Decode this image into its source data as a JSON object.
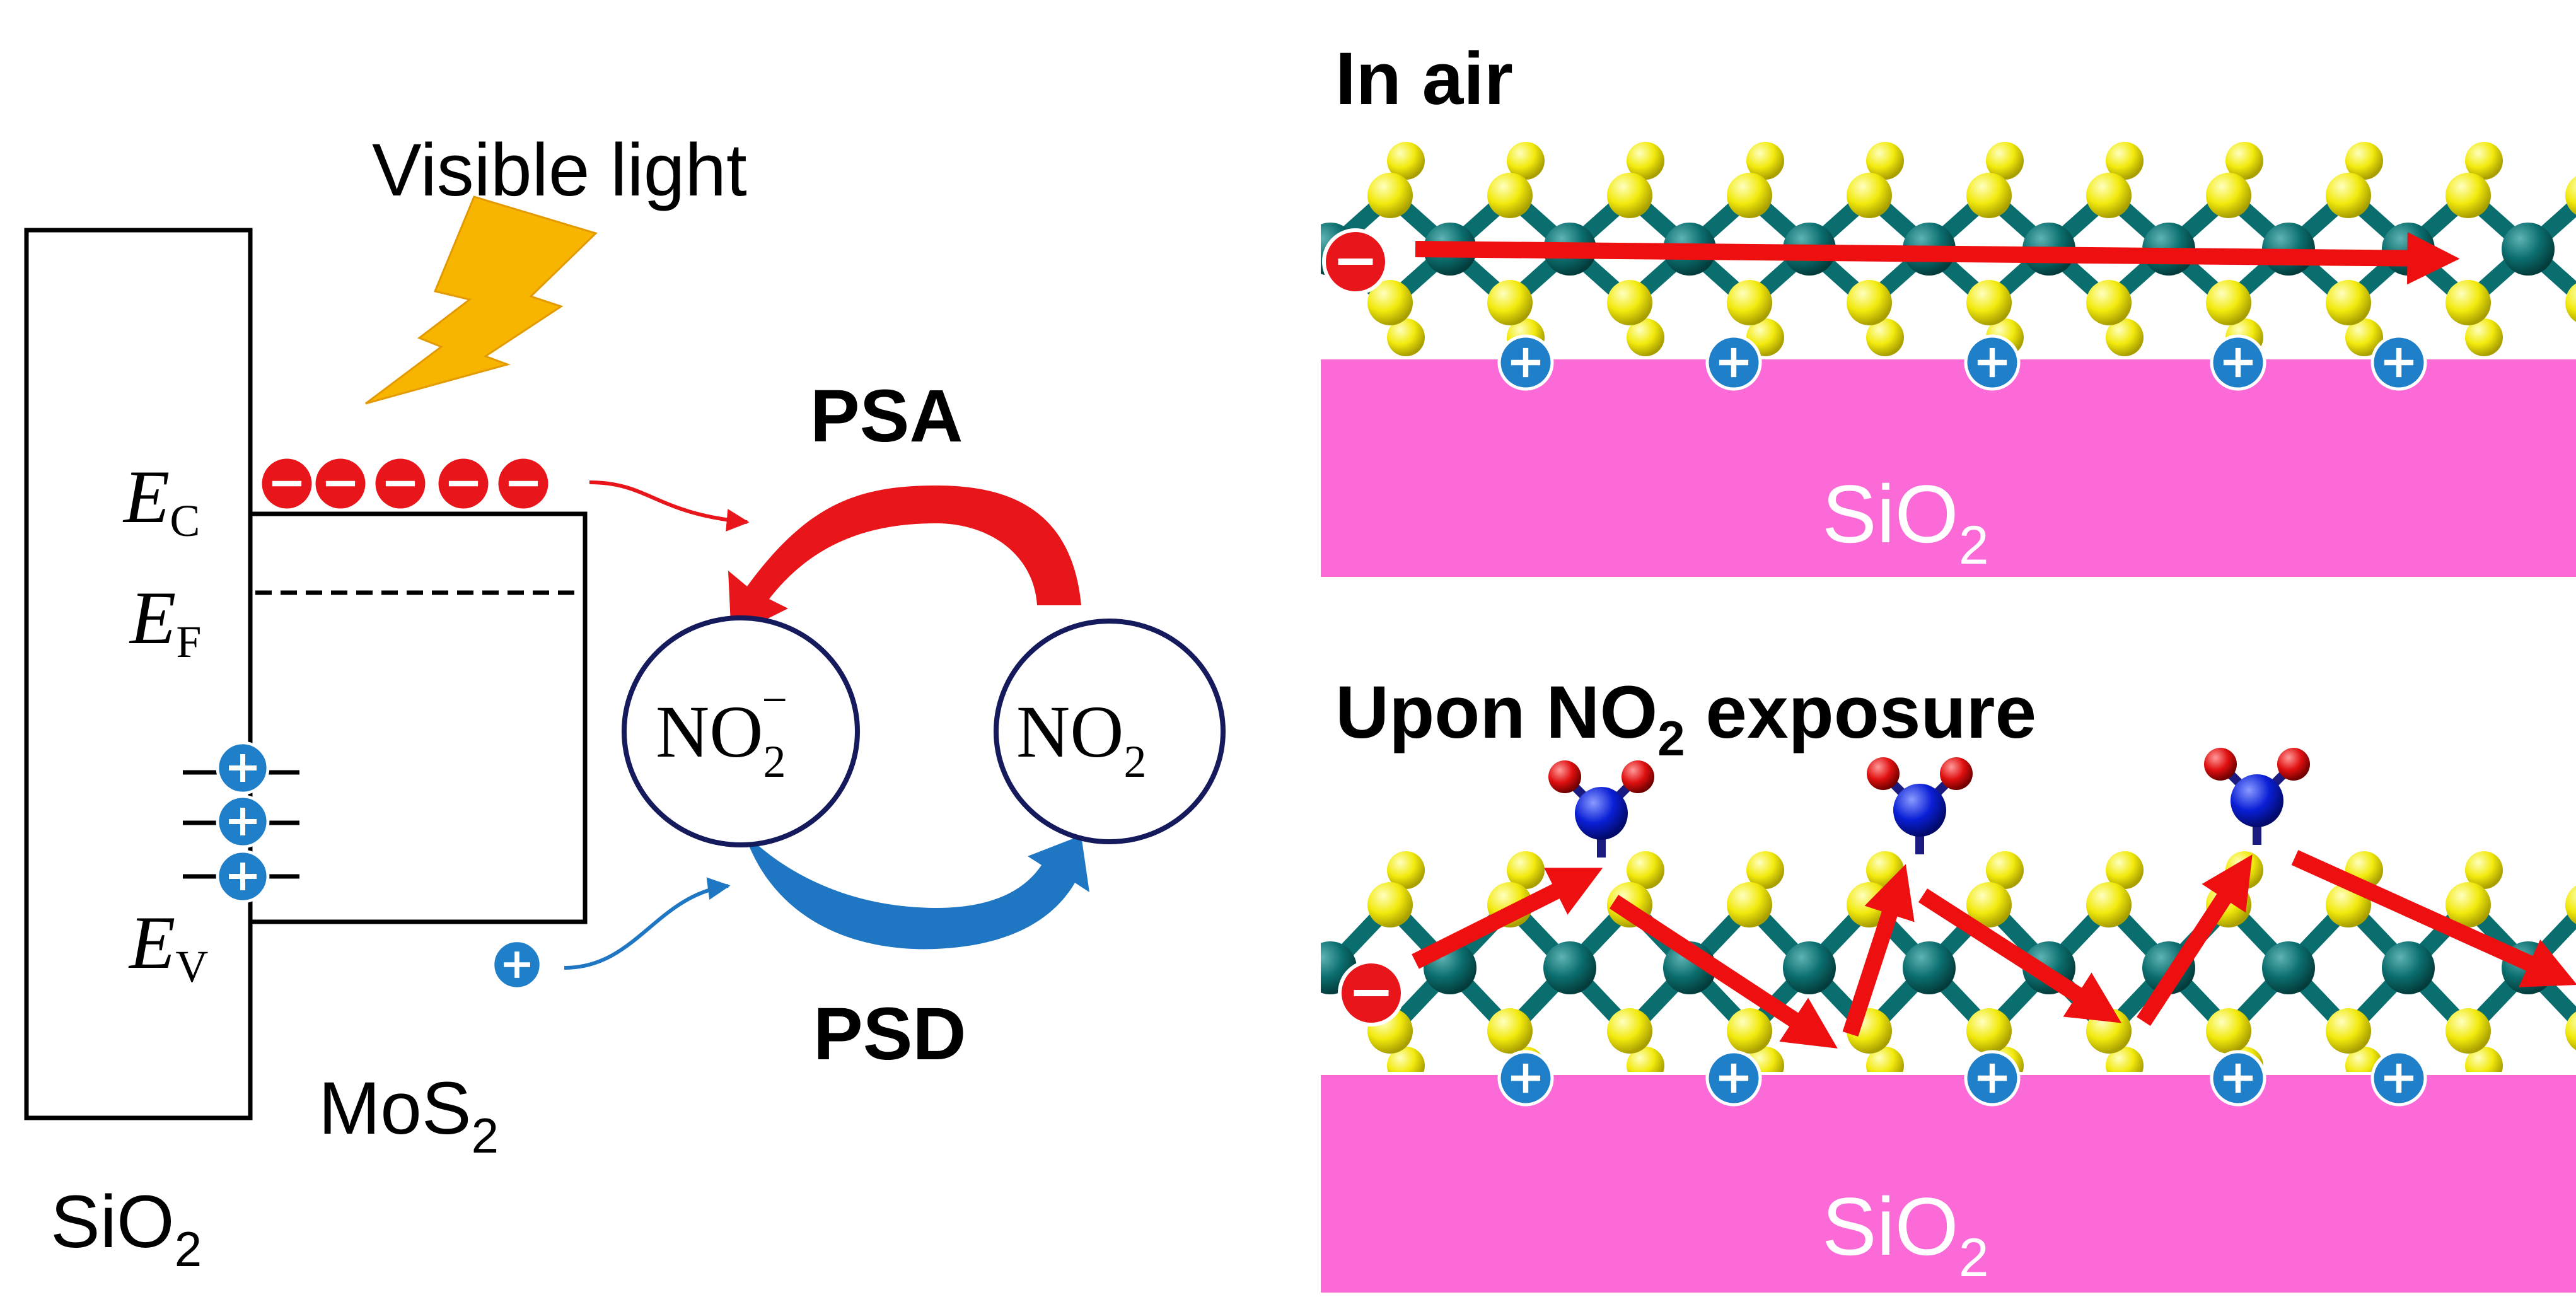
{
  "left_panel": {
    "light_label": "Visible light",
    "ec_letter": "E",
    "ec_sub": "C",
    "ef_letter": "E",
    "ef_sub": "F",
    "ev_letter": "E",
    "ev_sub": "V",
    "sio2_main": "SiO",
    "sio2_sub": "2",
    "mos2_main": "MoS",
    "mos2_sub": "2",
    "psa_label": "PSA",
    "psd_label": "PSD",
    "no2_minus_main": "NO",
    "no2_minus_sub": "2",
    "no2_minus_sup": "−",
    "no2_main": "NO",
    "no2_sub": "2"
  },
  "top_panel": {
    "title": "In air",
    "substrate_main": "SiO",
    "substrate_sub": "2"
  },
  "bottom_panel": {
    "title_main": "Upon NO",
    "title_sub": "2",
    "title_end": " exposure",
    "substrate_main": "SiO",
    "substrate_sub": "2"
  },
  "colors": {
    "electron": "#e8161b",
    "hole": "#1f7fc8",
    "psa_arrow": "#e8161b",
    "psd_arrow": "#1f77c4",
    "circle_stroke": "#141a5c",
    "lightning": "#f7b500",
    "substrate": "#fc6ad7",
    "mo_atom": "#0b6e6e",
    "s_atom": "#f2ea0d",
    "n_atom": "#0a1fd6",
    "o_atom": "#e01010"
  }
}
